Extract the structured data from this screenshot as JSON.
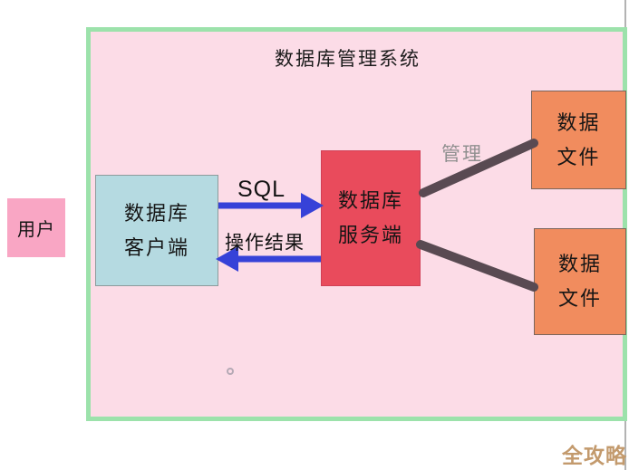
{
  "diagram": {
    "title": "数据库管理系统",
    "nodes": {
      "user": {
        "label": "用户"
      },
      "client": {
        "line1": "数据库",
        "line2": "客户端"
      },
      "server": {
        "line1": "数据库",
        "line2": "服务端"
      },
      "file1": {
        "line1": "数据",
        "line2": "文件"
      },
      "file2": {
        "line1": "数据",
        "line2": "文件"
      }
    },
    "edges": {
      "sql": {
        "label": "SQL"
      },
      "result": {
        "label": "操作结果"
      },
      "manage": {
        "label": "管理"
      }
    },
    "colors": {
      "panel_bg": "#fcdce7",
      "panel_border": "#9ce2ab",
      "user_bg": "#f9a6c4",
      "client_bg": "#b5dae1",
      "server_bg": "#e94b5c",
      "file_bg": "#f18c5e",
      "arrow_blue": "#3642d8",
      "connector_dark": "#594a52",
      "manage_label": "#8f8f8f",
      "watermark": "#c39a6d"
    }
  },
  "page": {
    "watermark": "全攻略"
  }
}
